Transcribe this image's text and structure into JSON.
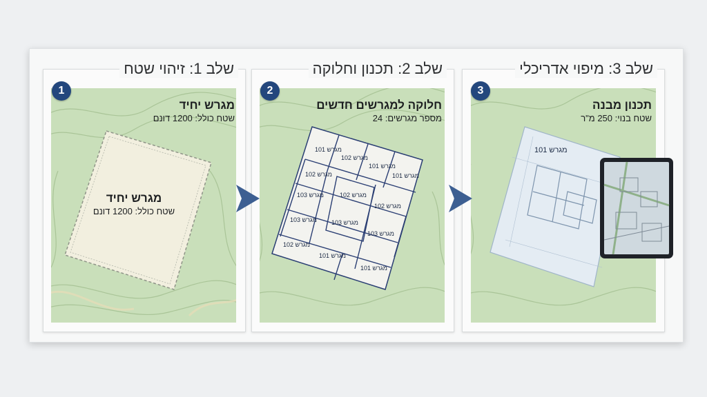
{
  "steps": [
    {
      "number": "1",
      "title": "שלב 1: זיהוי שטח",
      "heading": "מגרש יחיד",
      "subheading": "שטח כולל: 1200 דונם",
      "center_heading": "מגרש יחיד",
      "center_subheading": "שטח כולל: 1200 דונם"
    },
    {
      "number": "2",
      "title": "שלב 2: תכנון וחלוקה",
      "heading": "חלוקה למגרשים חדשים",
      "subheading": "מספר מגרשים: 24",
      "plots": [
        "מגרש 101",
        "מגרש 102",
        "מגרש 101",
        "מגרש 101",
        "מגרש 102",
        "מגרש 103",
        "מגרש 102",
        "מגרש 103",
        "מגרש 102",
        "מגרש 103",
        "מגרש 103",
        "מגרש 102",
        "מגרש 101",
        "מגרש 101"
      ]
    },
    {
      "number": "3",
      "title": "שלב 3: מיפוי אדריכלי",
      "heading": "תכנון מבנה",
      "subheading": "שטח בנוי: 250 מ\"ר",
      "plan_label": "מגרש 101"
    }
  ],
  "colors": {
    "badge": "#23477d",
    "map_green": "#c9dfba",
    "plot_line": "#2a3e73",
    "arrow": "#3d5f92"
  },
  "icons": [
    "play-arrow-icon",
    "tablet-icon"
  ]
}
